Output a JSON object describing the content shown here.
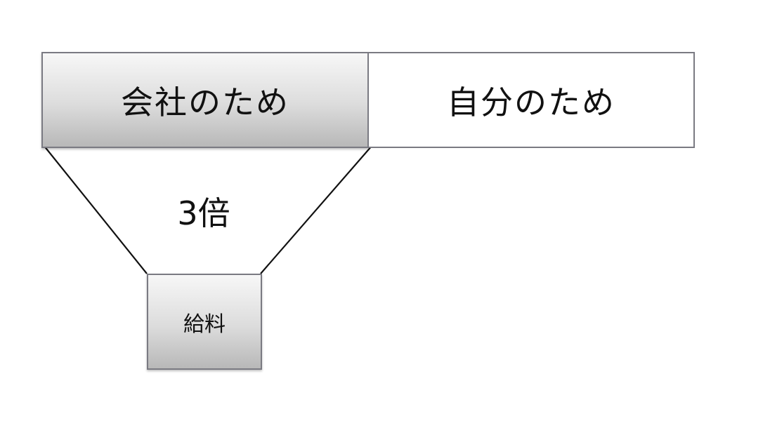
{
  "boxes": {
    "company": "会社のため",
    "self": "自分のため",
    "salary": "給料"
  },
  "multiplier_label": "3倍",
  "colors": {
    "box_border": "#7a7a82",
    "connector": "#111111"
  }
}
